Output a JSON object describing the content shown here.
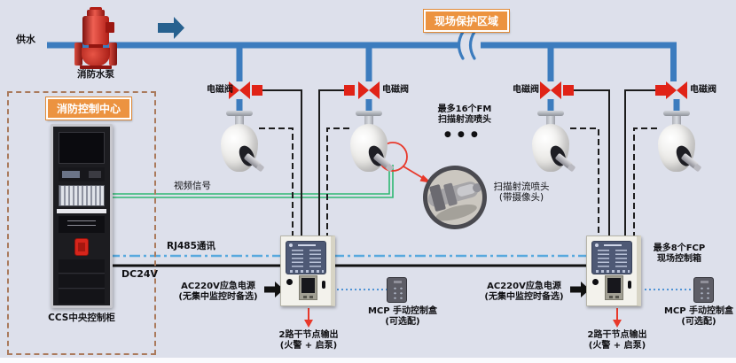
{
  "labels": {
    "water_supply": "供水",
    "fire_pump": "消防水泵",
    "protection_zone": "现场保护区域",
    "solenoid_valve": "电磁阀",
    "control_center": "消防控制中心",
    "ccs_cabinet": "CCS中央控制柜",
    "video_signal": "视频信号",
    "rj485": "RJ485通讯",
    "dc24v": "DC24V",
    "fm_max_line1": "最多16个FM",
    "fm_max_line2": "扫描射流喷头",
    "dots": "● ● ●",
    "nozzle_detail_line1": "扫描射流喷头",
    "nozzle_detail_line2": "(带摄像头)",
    "ac220_line1": "AC220V应急电源",
    "ac220_line2": "(无集中监控时备选)",
    "fcp_max_line1": "最多8个FCP",
    "fcp_max_line2": "现场控制箱",
    "mcp_line1": "MCP 手动控制盒",
    "mcp_line2": "(可选配)",
    "relay_out_line1": "2路干节点输出",
    "relay_out_line2": "(火警 + 启泵)"
  },
  "colors": {
    "background": "#dde0eb",
    "pipe_blue": "#3c7cbe",
    "flow_arrow_blue": "#27618f",
    "valve_red": "#e02317",
    "badge_orange": "#ec9340",
    "video_green": "#2eb872",
    "rj485_blue": "#58a9de",
    "mcp_link_blue": "#4f93d5",
    "dc24v_black": "#111111",
    "callout_red": "#e8392b",
    "dashed_box_brown": "#aa7a5c"
  }
}
